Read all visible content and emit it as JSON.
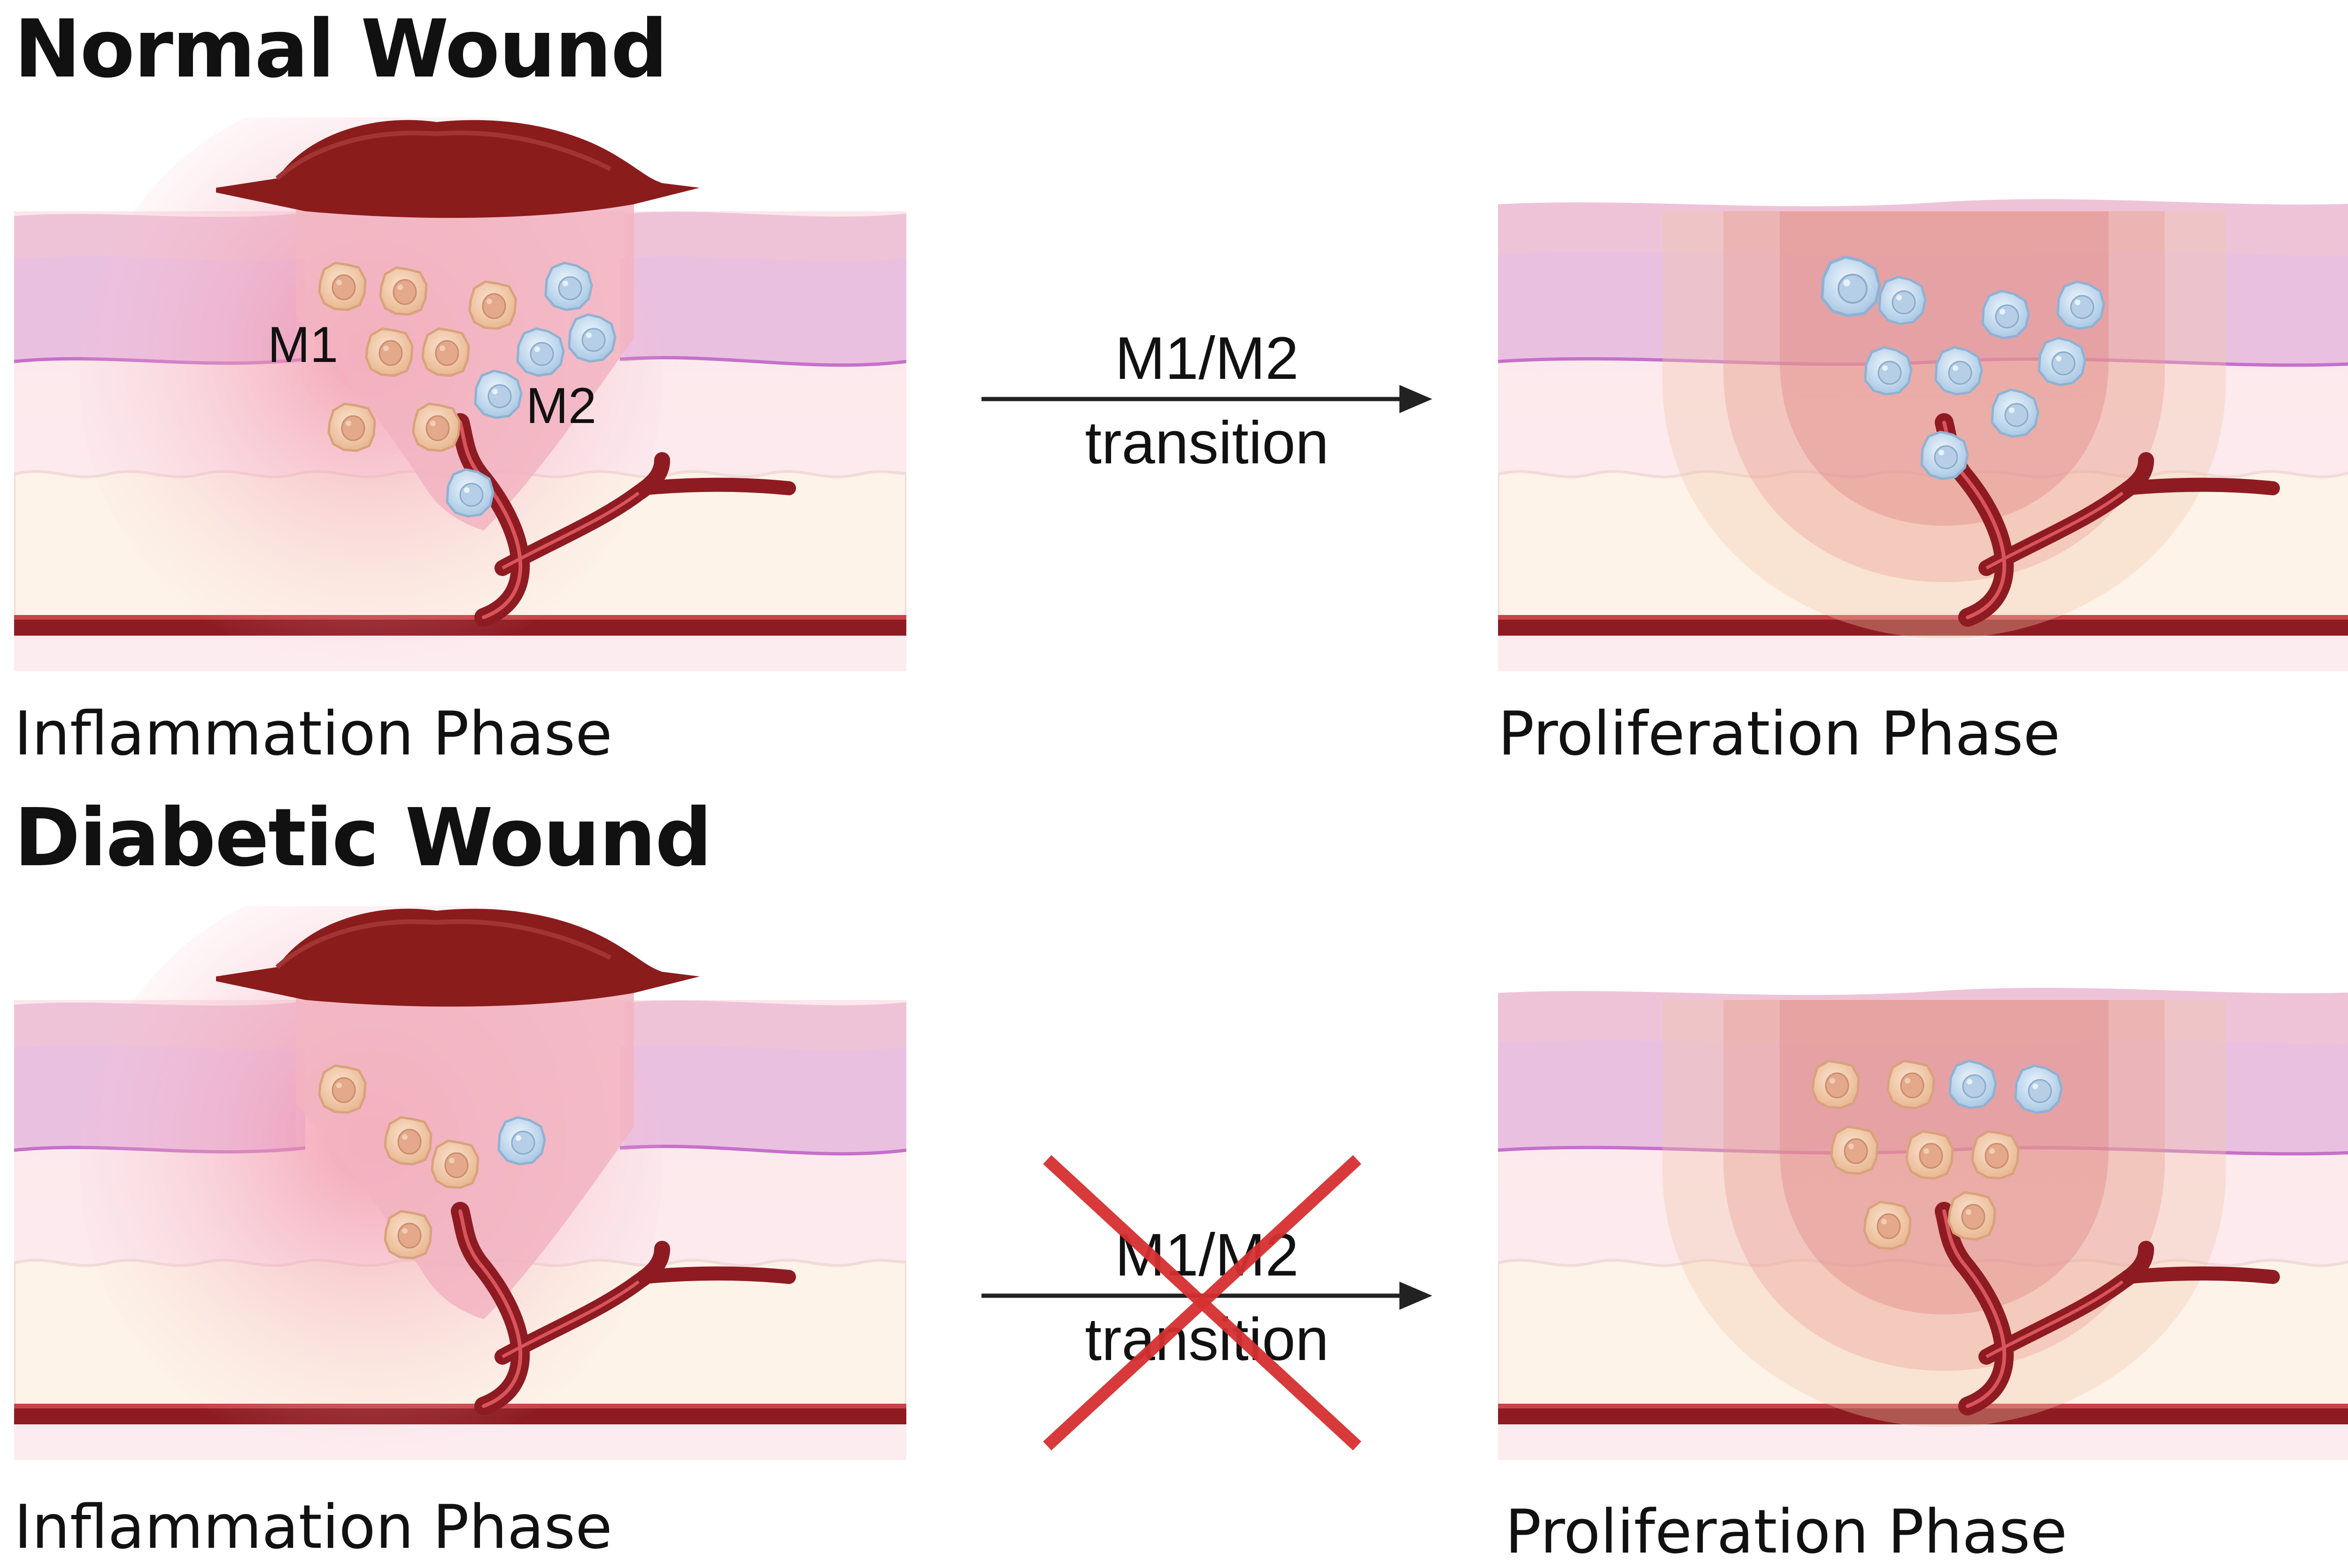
{
  "normal": {
    "title": "Normal Wound",
    "left_phase": "Inflammation Phase",
    "right_phase": "Proliferation Phase",
    "m1_label": "M1",
    "m2_label": "M2",
    "arrow_line1": "M1/M2",
    "arrow_line2": "transition"
  },
  "diabetic": {
    "title": "Diabetic Wound",
    "left_phase": "Inflammation Phase",
    "right_phase": "Proliferation Phase",
    "arrow_line1": "M1/M2",
    "arrow_line2": "transition",
    "blocked_icon": "red-x-icon"
  },
  "colors": {
    "scab": "#8b1c1c",
    "vessel": "#8e1b22",
    "m1_cell": "#f2c9a6",
    "m2_cell": "#c9dff0",
    "cross": "#d63031",
    "epidermis": "#e7b7d0",
    "dermis": "#fbe3e3"
  }
}
